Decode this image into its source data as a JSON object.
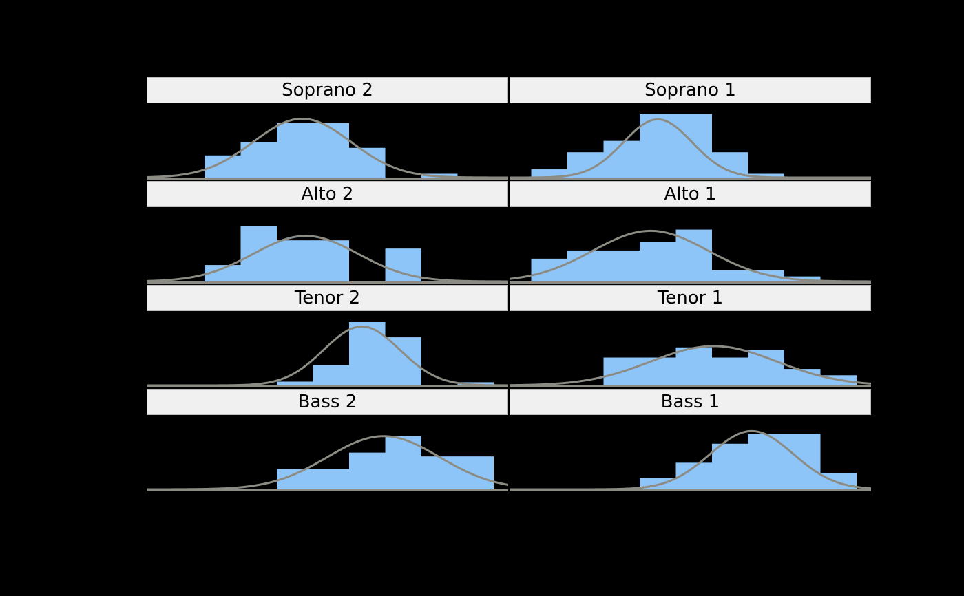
{
  "figure": {
    "background": "#000000",
    "panel_strip_bg": "#f0f0f0",
    "panel_strip_border": "#bfbfbf",
    "bar_color": "#8ec5f8",
    "density_line_color": "#8c8c84",
    "axis_line_color": "#8c8c84"
  },
  "chart_data": {
    "type": "histogram",
    "title": "",
    "xlabel": "",
    "ylabel": "",
    "layout": {
      "rows": 4,
      "cols": 2,
      "grid": false,
      "legend": "none",
      "shared_x": true,
      "shared_y": false
    },
    "x_range": [
      0,
      100
    ],
    "bin_width": 10,
    "bin_edges": [
      0,
      10,
      20,
      30,
      40,
      50,
      60,
      70,
      80,
      90,
      100
    ],
    "panels": [
      {
        "label": "Soprano 2",
        "row": 0,
        "col": 0,
        "bars": [
          {
            "bin": 0,
            "x0": 6,
            "x1": 16,
            "height": 0.0
          },
          {
            "bin": 1,
            "x0": 16,
            "x1": 26,
            "height": 0.35
          },
          {
            "bin": 2,
            "x0": 26,
            "x1": 36,
            "height": 0.56
          },
          {
            "bin": 3,
            "x0": 36,
            "x1": 46,
            "height": 0.86
          },
          {
            "bin": 4,
            "x0": 46,
            "x1": 56,
            "height": 0.86
          },
          {
            "bin": 5,
            "x0": 56,
            "x1": 66,
            "height": 0.47
          },
          {
            "bin": 6,
            "x0": 66,
            "x1": 76,
            "height": 0.0
          },
          {
            "bin": 7,
            "x0": 76,
            "x1": 86,
            "height": 0.06
          }
        ],
        "density": {
          "mean": 0.43,
          "sigma": 0.135,
          "peak": 0.93
        }
      },
      {
        "label": "Soprano 1",
        "row": 0,
        "col": 1,
        "bars": [
          {
            "bin": 0,
            "x0": 6,
            "x1": 16,
            "height": 0.13
          },
          {
            "bin": 1,
            "x0": 16,
            "x1": 26,
            "height": 0.4
          },
          {
            "bin": 2,
            "x0": 26,
            "x1": 36,
            "height": 0.58
          },
          {
            "bin": 3,
            "x0": 36,
            "x1": 46,
            "height": 1.0
          },
          {
            "bin": 4,
            "x0": 46,
            "x1": 56,
            "height": 1.0
          },
          {
            "bin": 5,
            "x0": 56,
            "x1": 66,
            "height": 0.4
          },
          {
            "bin": 6,
            "x0": 66,
            "x1": 76,
            "height": 0.06
          }
        ],
        "density": {
          "mean": 0.41,
          "sigma": 0.095,
          "peak": 0.92
        }
      },
      {
        "label": "Alto 2",
        "row": 1,
        "col": 0,
        "bars": [
          {
            "bin": 0,
            "x0": 16,
            "x1": 26,
            "height": 0.26
          },
          {
            "bin": 1,
            "x0": 26,
            "x1": 36,
            "height": 0.88
          },
          {
            "bin": 2,
            "x0": 36,
            "x1": 46,
            "height": 0.65
          },
          {
            "bin": 3,
            "x0": 46,
            "x1": 56,
            "height": 0.65
          },
          {
            "bin": 4,
            "x0": 56,
            "x1": 66,
            "height": 0.0
          },
          {
            "bin": 5,
            "x0": 66,
            "x1": 76,
            "height": 0.52
          }
        ],
        "density": {
          "mean": 0.44,
          "sigma": 0.145,
          "peak": 0.72
        }
      },
      {
        "label": "Alto 1",
        "row": 1,
        "col": 1,
        "bars": [
          {
            "bin": 0,
            "x0": 6,
            "x1": 16,
            "height": 0.36
          },
          {
            "bin": 1,
            "x0": 16,
            "x1": 26,
            "height": 0.49
          },
          {
            "bin": 2,
            "x0": 26,
            "x1": 36,
            "height": 0.49
          },
          {
            "bin": 3,
            "x0": 36,
            "x1": 46,
            "height": 0.62
          },
          {
            "bin": 4,
            "x0": 46,
            "x1": 56,
            "height": 0.82
          },
          {
            "bin": 5,
            "x0": 56,
            "x1": 66,
            "height": 0.18
          },
          {
            "bin": 6,
            "x0": 66,
            "x1": 76,
            "height": 0.18
          },
          {
            "bin": 7,
            "x0": 76,
            "x1": 86,
            "height": 0.08
          }
        ],
        "density": {
          "mean": 0.39,
          "sigma": 0.16,
          "peak": 0.8
        }
      },
      {
        "label": "Tenor 2",
        "row": 2,
        "col": 0,
        "bars": [
          {
            "bin": 0,
            "x0": 36,
            "x1": 46,
            "height": 0.06
          },
          {
            "bin": 1,
            "x0": 46,
            "x1": 56,
            "height": 0.32
          },
          {
            "bin": 2,
            "x0": 56,
            "x1": 66,
            "height": 1.0
          },
          {
            "bin": 3,
            "x0": 66,
            "x1": 76,
            "height": 0.76
          },
          {
            "bin": 4,
            "x0": 76,
            "x1": 86,
            "height": 0.0
          },
          {
            "bin": 5,
            "x0": 86,
            "x1": 96,
            "height": 0.05
          }
        ],
        "density": {
          "mean": 0.595,
          "sigma": 0.105,
          "peak": 0.93
        }
      },
      {
        "label": "Tenor 1",
        "row": 2,
        "col": 1,
        "bars": [
          {
            "bin": 0,
            "x0": 26,
            "x1": 36,
            "height": 0.44
          },
          {
            "bin": 1,
            "x0": 36,
            "x1": 46,
            "height": 0.44
          },
          {
            "bin": 2,
            "x0": 46,
            "x1": 56,
            "height": 0.6
          },
          {
            "bin": 3,
            "x0": 56,
            "x1": 66,
            "height": 0.44
          },
          {
            "bin": 4,
            "x0": 66,
            "x1": 76,
            "height": 0.56
          },
          {
            "bin": 5,
            "x0": 76,
            "x1": 86,
            "height": 0.26
          },
          {
            "bin": 6,
            "x0": 86,
            "x1": 96,
            "height": 0.16
          }
        ],
        "density": {
          "mean": 0.565,
          "sigma": 0.175,
          "peak": 0.62
        }
      },
      {
        "label": "Bass 2",
        "row": 3,
        "col": 0,
        "bars": [
          {
            "bin": 0,
            "x0": 36,
            "x1": 46,
            "height": 0.32
          },
          {
            "bin": 1,
            "x0": 46,
            "x1": 56,
            "height": 0.32
          },
          {
            "bin": 2,
            "x0": 56,
            "x1": 66,
            "height": 0.58
          },
          {
            "bin": 3,
            "x0": 66,
            "x1": 76,
            "height": 0.84
          },
          {
            "bin": 4,
            "x0": 76,
            "x1": 86,
            "height": 0.52
          },
          {
            "bin": 5,
            "x0": 86,
            "x1": 96,
            "height": 0.52
          }
        ],
        "density": {
          "mean": 0.655,
          "sigma": 0.155,
          "peak": 0.84
        }
      },
      {
        "label": "Bass 1",
        "row": 3,
        "col": 1,
        "bars": [
          {
            "bin": 0,
            "x0": 36,
            "x1": 46,
            "height": 0.18
          },
          {
            "bin": 1,
            "x0": 46,
            "x1": 56,
            "height": 0.42
          },
          {
            "bin": 2,
            "x0": 56,
            "x1": 66,
            "height": 0.72
          },
          {
            "bin": 3,
            "x0": 66,
            "x1": 76,
            "height": 0.88
          },
          {
            "bin": 4,
            "x0": 76,
            "x1": 86,
            "height": 0.88
          },
          {
            "bin": 5,
            "x0": 86,
            "x1": 96,
            "height": 0.26
          }
        ],
        "density": {
          "mean": 0.67,
          "sigma": 0.115,
          "peak": 0.92
        }
      }
    ]
  }
}
